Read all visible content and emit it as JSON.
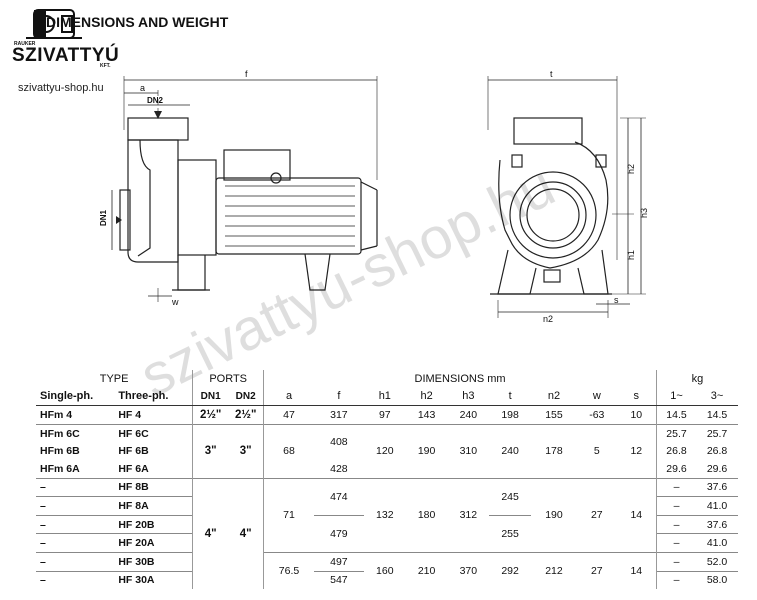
{
  "header": {
    "title": "DIMENSIONS AND WEIGHT",
    "logo_top": "RAUKER",
    "logo_brand": "SZIVATTYÚ",
    "logo_kft": "KFT.",
    "website": "szivattyu-shop.hu"
  },
  "watermark": "szivattyu-shop.hu",
  "drawing_labels": {
    "f": "f",
    "a": "a",
    "dn2": "DN2",
    "dn1": "DN1",
    "w": "w",
    "t": "t",
    "h1": "h1",
    "h2": "h2",
    "h3": "h3",
    "n2": "n2",
    "s": "s"
  },
  "table": {
    "group_headers": {
      "type": "TYPE",
      "ports": "PORTS",
      "dimensions": "DIMENSIONS mm",
      "kg": "kg"
    },
    "columns": [
      "Single-ph.",
      "Three-ph.",
      "DN1",
      "DN2",
      "a",
      "f",
      "h1",
      "h2",
      "h3",
      "t",
      "n2",
      "w",
      "s",
      "1~",
      "3~"
    ],
    "rows": [
      {
        "single": "HFm 4",
        "three": "HF 4",
        "dn1": "2½\"",
        "dn2": "2½\"",
        "a": "47",
        "f": "317",
        "h1": "97",
        "h2": "143",
        "h3": "240",
        "t": "198",
        "n2": "155",
        "w": "-63",
        "s": "10",
        "kg1": "14.5",
        "kg3": "14.5"
      },
      {
        "single": "HFm 6C",
        "three": "HF 6C",
        "kg1": "25.7",
        "kg3": "25.7"
      },
      {
        "single": "HFm 6B",
        "three": "HF 6B",
        "kg1": "26.8",
        "kg3": "26.8"
      },
      {
        "single": "HFm 6A",
        "three": "HF 6A",
        "kg1": "29.6",
        "kg3": "29.6"
      },
      {
        "single": "–",
        "three": "HF 8B",
        "kg1": "–",
        "kg3": "37.6"
      },
      {
        "single": "–",
        "three": "HF 8A",
        "kg1": "–",
        "kg3": "41.0"
      },
      {
        "single": "–",
        "three": "HF 20B",
        "kg1": "–",
        "kg3": "37.6"
      },
      {
        "single": "–",
        "three": "HF 20A",
        "kg1": "–",
        "kg3": "41.0"
      },
      {
        "single": "–",
        "three": "HF 30B",
        "kg1": "–",
        "kg3": "52.0"
      },
      {
        "single": "–",
        "three": "HF 30A",
        "kg1": "–",
        "kg3": "58.0"
      }
    ],
    "group6": {
      "dn1": "3\"",
      "dn2": "3\"",
      "a": "68",
      "f1": "408",
      "f2": "428",
      "h1": "120",
      "h2": "190",
      "h3": "310",
      "t": "240",
      "n2": "178",
      "w": "5",
      "s": "12"
    },
    "group8_20": {
      "dn1": "4\"",
      "dn2": "4\"",
      "a": "71",
      "f1": "474",
      "f2": "479",
      "h1": "132",
      "h2": "180",
      "h3": "312",
      "t1": "245",
      "t2": "255",
      "n2": "190",
      "w": "27",
      "s": "14"
    },
    "group30": {
      "a": "76.5",
      "f1": "497",
      "f2": "547",
      "h1": "160",
      "h2": "210",
      "h3": "370",
      "t": "292",
      "n2": "212",
      "w": "27",
      "s": "14"
    }
  }
}
